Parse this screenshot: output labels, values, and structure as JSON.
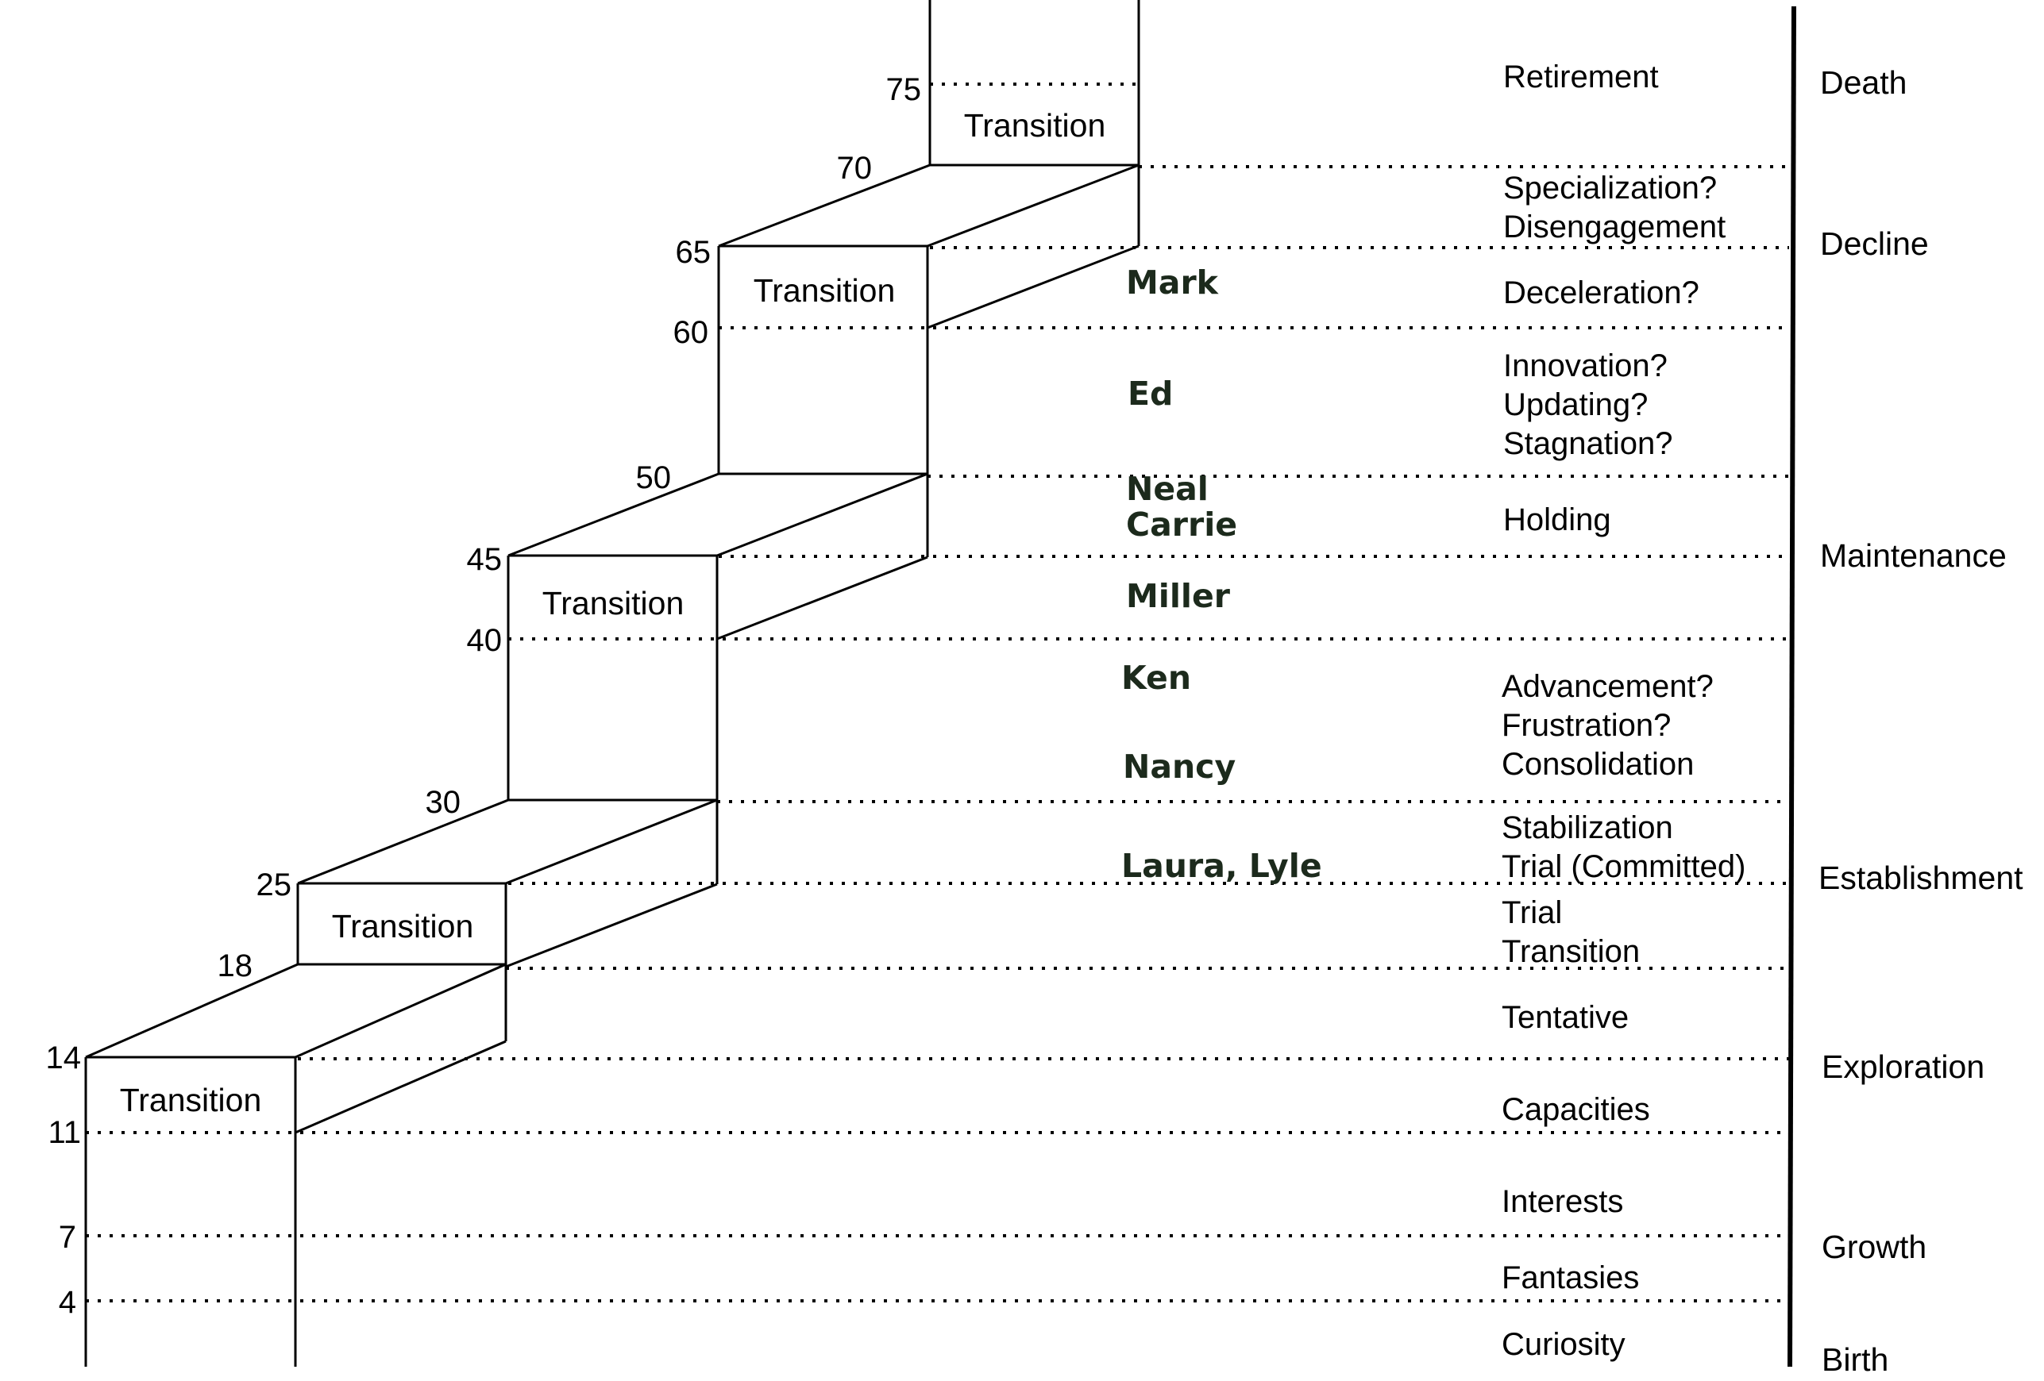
{
  "age_labels": [
    "75",
    "70",
    "65",
    "60",
    "50",
    "45",
    "40",
    "30",
    "25",
    "18",
    "14",
    "11",
    "7",
    "4"
  ],
  "transition_labels": [
    "Transition",
    "Transition",
    "Transition",
    "Transition",
    "Transition"
  ],
  "people": [
    "Mark",
    "Ed",
    "Neal",
    "Carrie",
    "Miller",
    "Ken",
    "Nancy",
    "Laura, Lyle"
  ],
  "substages": [
    "Retirement",
    "Specialization?",
    "Disengagement",
    "Deceleration?",
    "Innovation?",
    "Updating?",
    "Stagnation?",
    "Holding",
    "Advancement?",
    "Frustration?",
    "Consolidation",
    "Stabilization",
    "Trial (Committed)",
    "Trial",
    "Transition",
    "Tentative",
    "Capacities",
    "Interests",
    "Fantasies",
    "Curiosity"
  ],
  "stages": [
    "Death",
    "Decline",
    "Maintenance",
    "Establishment",
    "Exploration",
    "Growth",
    "Birth"
  ]
}
